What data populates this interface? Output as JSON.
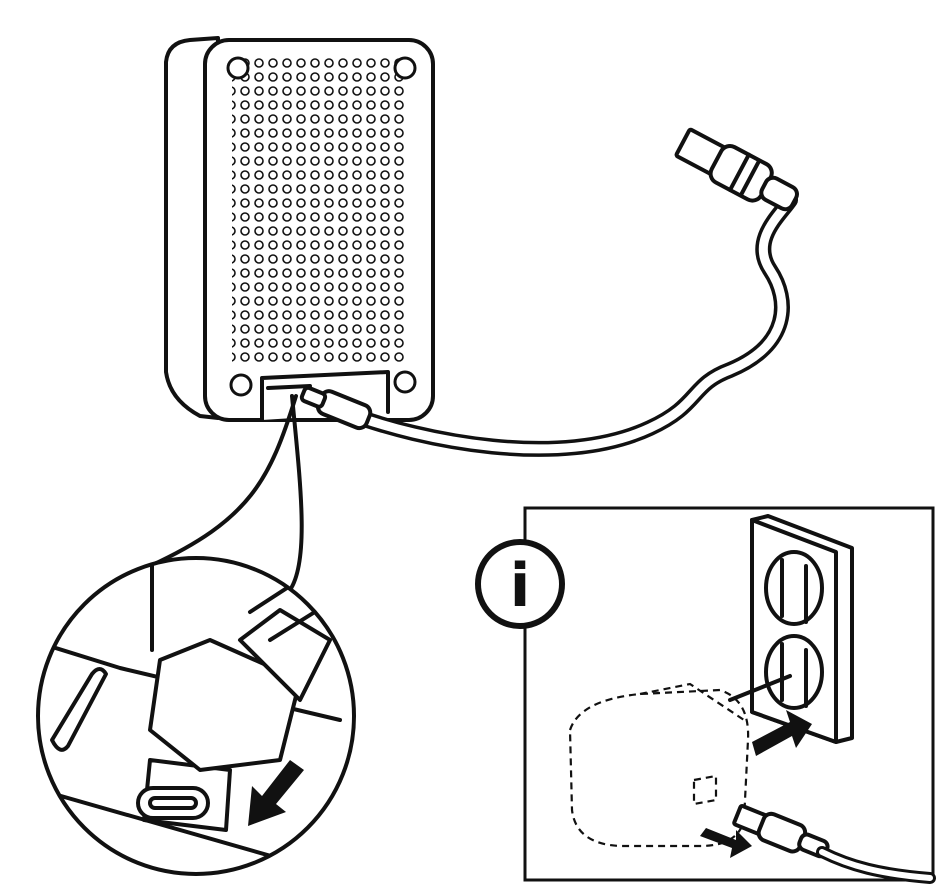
{
  "figure": {
    "type": "instruction-illustration",
    "colors": {
      "line": "#111111",
      "background": "#ffffff"
    }
  },
  "device": {
    "icon": "ventilated-device-icon",
    "grille": "perforated-front-grille"
  },
  "cable": {
    "connector_device_end": "USB-C",
    "connector_other_end": "USB-A"
  },
  "detail_callout": {
    "icon": "magnifier-circle",
    "arrow": "plug-in-arrow"
  },
  "info_panel": {
    "icon_letter": "i",
    "icons": [
      "wall-outlet-icon",
      "power-adapter-icon",
      "usb-plug-icon",
      "arrow-icon"
    ]
  }
}
